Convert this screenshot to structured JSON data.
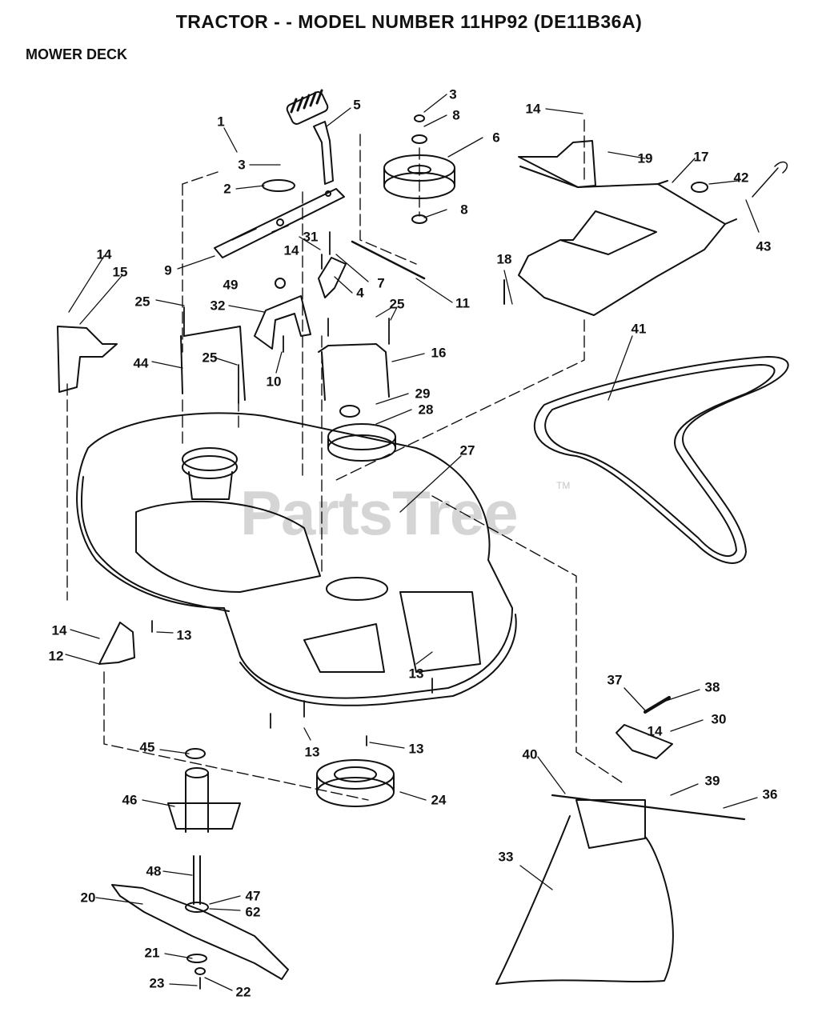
{
  "title": "TRACTOR - - MODEL NUMBER  11HP92 (DE11B36A)",
  "subtitle": "MOWER DECK",
  "watermark": "PartsTree",
  "watermark_mark": "TM",
  "callouts": [
    {
      "id": "c1",
      "text": "1"
    },
    {
      "id": "c2",
      "text": "2"
    },
    {
      "id": "c3a",
      "text": "3"
    },
    {
      "id": "c3b",
      "text": "3"
    },
    {
      "id": "c4",
      "text": "4"
    },
    {
      "id": "c5",
      "text": "5"
    },
    {
      "id": "c6",
      "text": "6"
    },
    {
      "id": "c7",
      "text": "7"
    },
    {
      "id": "c8a",
      "text": "8"
    },
    {
      "id": "c8b",
      "text": "8"
    },
    {
      "id": "c9",
      "text": "9"
    },
    {
      "id": "c10",
      "text": "10"
    },
    {
      "id": "c11",
      "text": "11"
    },
    {
      "id": "c12",
      "text": "12"
    },
    {
      "id": "c13a",
      "text": "13"
    },
    {
      "id": "c13b",
      "text": "13"
    },
    {
      "id": "c13c",
      "text": "13"
    },
    {
      "id": "c13d",
      "text": "13"
    },
    {
      "id": "c14a",
      "text": "14"
    },
    {
      "id": "c14b",
      "text": "14"
    },
    {
      "id": "c14c",
      "text": "14"
    },
    {
      "id": "c14d",
      "text": "14"
    },
    {
      "id": "c14e",
      "text": "14"
    },
    {
      "id": "c15",
      "text": "15"
    },
    {
      "id": "c16",
      "text": "16"
    },
    {
      "id": "c17",
      "text": "17"
    },
    {
      "id": "c18",
      "text": "18"
    },
    {
      "id": "c19",
      "text": "19"
    },
    {
      "id": "c20",
      "text": "20"
    },
    {
      "id": "c21",
      "text": "21"
    },
    {
      "id": "c22",
      "text": "22"
    },
    {
      "id": "c23",
      "text": "23"
    },
    {
      "id": "c24",
      "text": "24"
    },
    {
      "id": "c25a",
      "text": "25"
    },
    {
      "id": "c25b",
      "text": "25"
    },
    {
      "id": "c25c",
      "text": "25"
    },
    {
      "id": "c27",
      "text": "27"
    },
    {
      "id": "c28",
      "text": "28"
    },
    {
      "id": "c29",
      "text": "29"
    },
    {
      "id": "c30",
      "text": "30"
    },
    {
      "id": "c31",
      "text": "31"
    },
    {
      "id": "c32",
      "text": "32"
    },
    {
      "id": "c33",
      "text": "33"
    },
    {
      "id": "c36",
      "text": "36"
    },
    {
      "id": "c37",
      "text": "37"
    },
    {
      "id": "c38",
      "text": "38"
    },
    {
      "id": "c39",
      "text": "39"
    },
    {
      "id": "c40",
      "text": "40"
    },
    {
      "id": "c41",
      "text": "41"
    },
    {
      "id": "c42",
      "text": "42"
    },
    {
      "id": "c43",
      "text": "43"
    },
    {
      "id": "c44",
      "text": "44"
    },
    {
      "id": "c45",
      "text": "45"
    },
    {
      "id": "c46",
      "text": "46"
    },
    {
      "id": "c47",
      "text": "47"
    },
    {
      "id": "c48",
      "text": "48"
    },
    {
      "id": "c49",
      "text": "49"
    },
    {
      "id": "c62",
      "text": "62"
    }
  ]
}
